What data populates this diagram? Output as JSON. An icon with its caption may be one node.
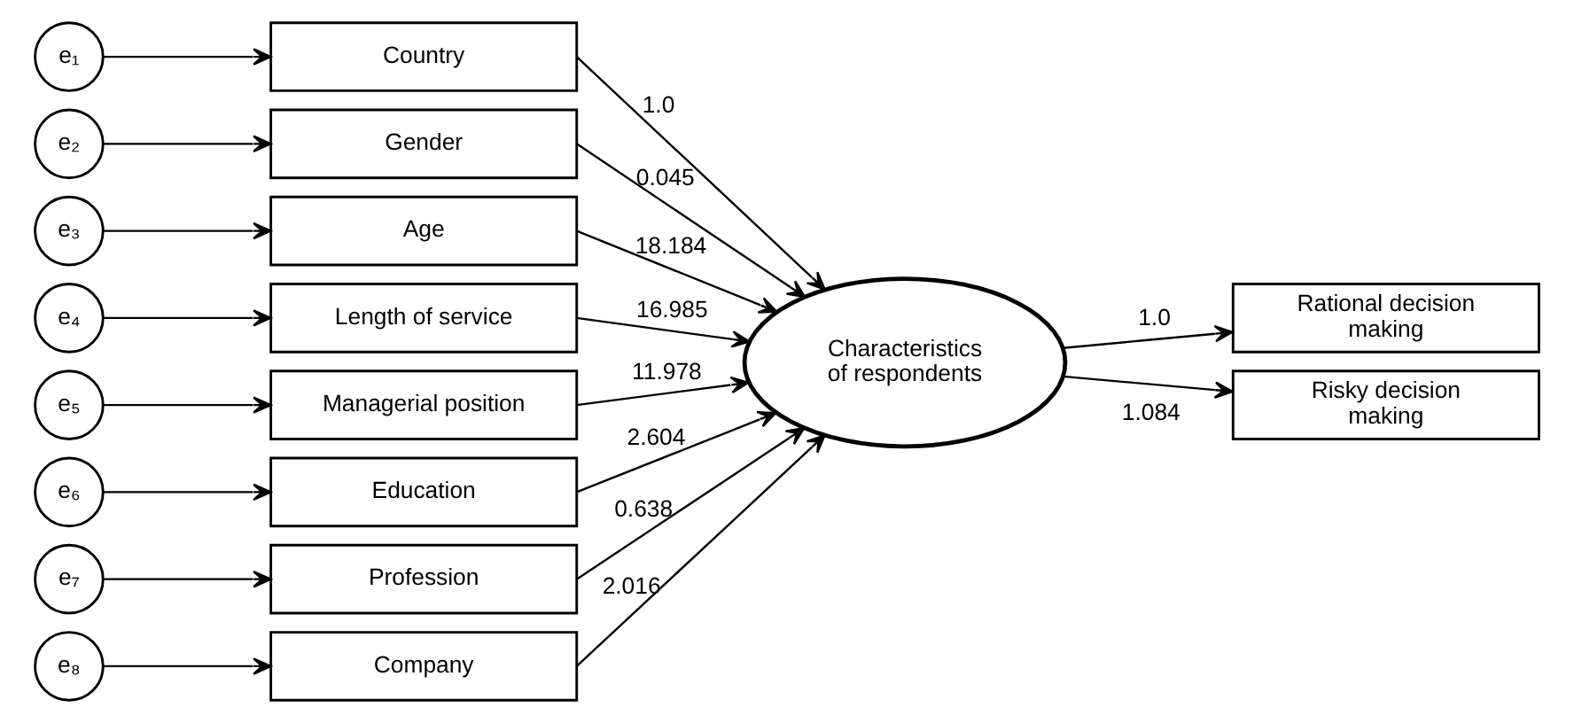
{
  "diagram": {
    "nodes": [
      {
        "text": [
          "e₁"
        ]
      },
      {
        "text": [
          "Country"
        ]
      },
      {
        "text": [
          "e₂"
        ]
      },
      {
        "text": [
          "Gender"
        ]
      },
      {
        "text": [
          "e₃"
        ]
      },
      {
        "text": [
          "Age"
        ]
      },
      {
        "text": [
          "e₄"
        ]
      },
      {
        "text": [
          "Length of service"
        ]
      },
      {
        "text": [
          "e₅"
        ]
      },
      {
        "text": [
          "Managerial position"
        ]
      },
      {
        "text": [
          "e₆"
        ]
      },
      {
        "text": [
          "Education"
        ]
      },
      {
        "text": [
          "e₇"
        ]
      },
      {
        "text": [
          "Profession"
        ]
      },
      {
        "text": [
          "e₈"
        ]
      },
      {
        "text": [
          "Company"
        ]
      },
      {
        "text": [
          "Characteristics of respondents"
        ]
      },
      {
        "text": [
          "Rational decision making"
        ]
      },
      {
        "text": [
          "Risky decision making"
        ]
      }
    ],
    "edges": [
      {
        "from": 0,
        "to": 1,
        "arrow": "to"
      },
      {
        "from": 2,
        "to": 3,
        "arrow": "to"
      },
      {
        "from": 4,
        "to": 5,
        "arrow": "to"
      },
      {
        "from": 6,
        "to": 7,
        "arrow": "to"
      },
      {
        "from": 8,
        "to": 9,
        "arrow": "to"
      },
      {
        "from": 10,
        "to": 11,
        "arrow": "to"
      },
      {
        "from": 12,
        "to": 13,
        "arrow": "to"
      },
      {
        "from": 14,
        "to": 15,
        "arrow": "to"
      },
      {
        "from": 1,
        "to": 16,
        "arrow": "to",
        "label": "1.0"
      },
      {
        "from": 3,
        "to": 16,
        "arrow": "to",
        "label": "0.045"
      },
      {
        "from": 5,
        "to": 16,
        "arrow": "to",
        "label": "18.184"
      },
      {
        "from": 7,
        "to": 16,
        "arrow": "to",
        "label": "16.985"
      },
      {
        "from": 9,
        "to": 16,
        "arrow": "to",
        "label": "11.978"
      },
      {
        "from": 11,
        "to": 16,
        "arrow": "to",
        "label": "2.604"
      },
      {
        "from": 13,
        "to": 16,
        "arrow": "to",
        "label": "0.638"
      },
      {
        "from": 15,
        "to": 16,
        "arrow": "to",
        "label": "2.016"
      },
      {
        "from": 16,
        "to": 17,
        "arrow": "to",
        "label": "1.0"
      },
      {
        "from": 16,
        "to": 18,
        "arrow": "to",
        "label": "1.084"
      }
    ]
  }
}
